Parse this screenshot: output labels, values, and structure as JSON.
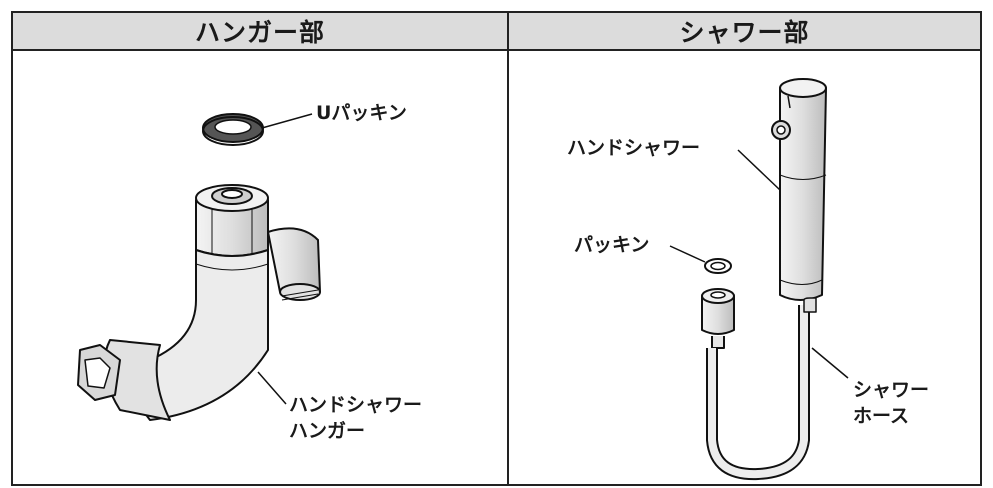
{
  "sections": {
    "hanger": {
      "title": "ハンガー部"
    },
    "shower": {
      "title": "シャワー部"
    }
  },
  "labels": {
    "u_packing": "Uパッキン",
    "hand_shower_hanger_line1": "ハンドシャワー",
    "hand_shower_hanger_line2": "ハンガー",
    "hand_shower": "ハンドシャワー",
    "packing": "パッキン",
    "shower_hose_line1": "シャワー",
    "shower_hose_line2": "ホース"
  },
  "colors": {
    "header_bg": "#dcdcdc",
    "border": "#222222",
    "part_fill": "#ebebeb"
  }
}
